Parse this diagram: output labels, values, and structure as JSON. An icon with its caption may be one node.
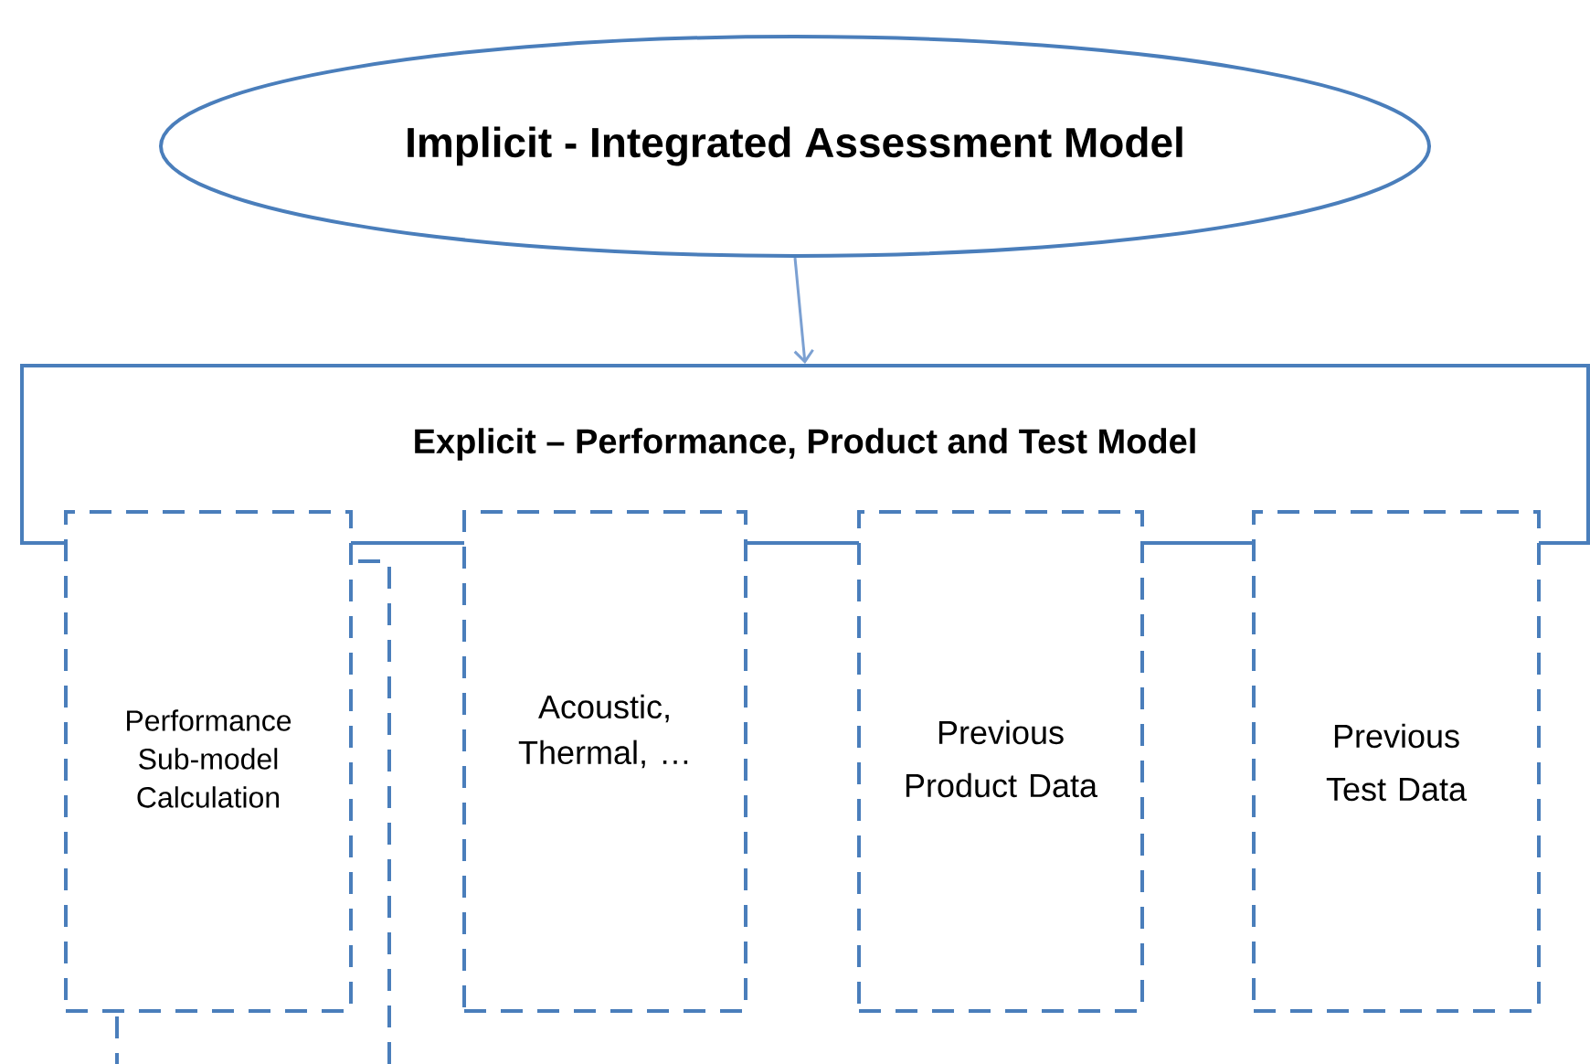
{
  "diagram": {
    "nodes": [
      {
        "text": [
          "Implicit -  Integrated Assessment Model"
        ]
      },
      {
        "text": [
          "Explicit – Performance, Product and Test Model"
        ]
      },
      {
        "text": [
          "Performance Sub-model Calculation"
        ]
      },
      {
        "text": [],
        "shape": "box"
      },
      {
        "text": [
          "Acoustic, Thermal, …"
        ]
      },
      {
        "text": [
          "Previous Product Data"
        ]
      },
      {
        "text": [
          "Previous Test Data"
        ]
      }
    ],
    "edges": [
      {
        "from": 0,
        "to": 1,
        "arrow": "to"
      }
    ]
  }
}
